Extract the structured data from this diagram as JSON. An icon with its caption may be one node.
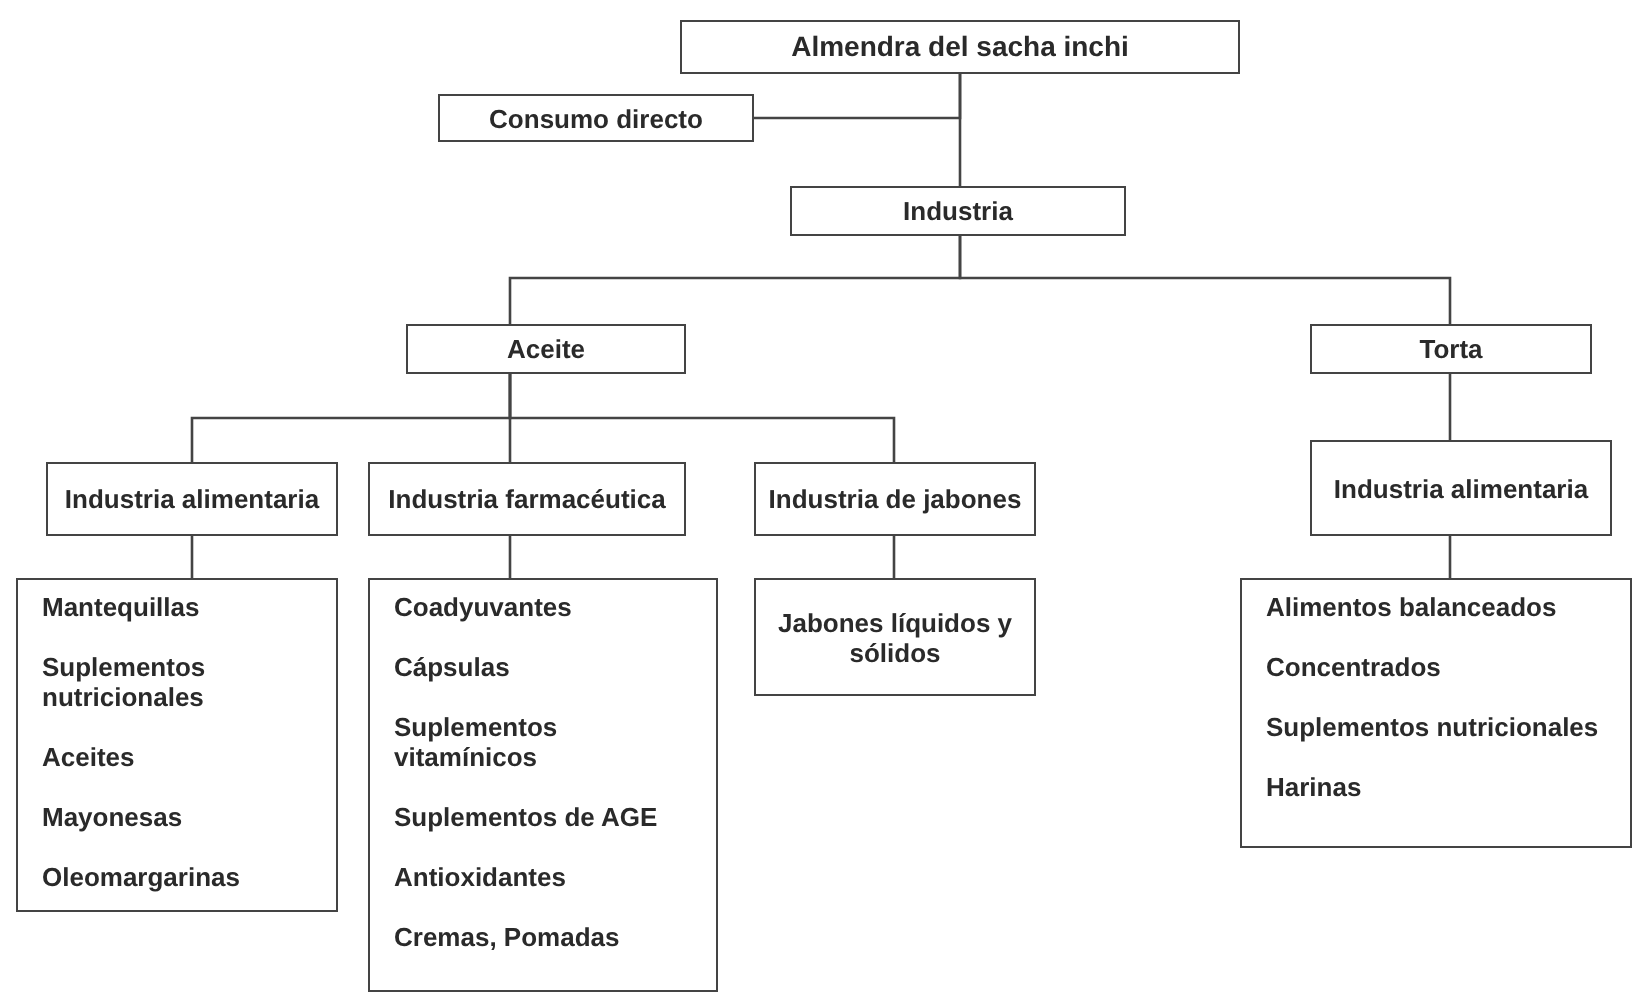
{
  "diagram": {
    "nodes": [
      {
        "text": [
          "Almendra del sacha inchi"
        ]
      },
      {
        "text": [
          "Consumo directo"
        ]
      },
      {
        "text": [
          "Industria"
        ]
      },
      {
        "text": [
          "Aceite"
        ]
      },
      {
        "text": [
          "Torta"
        ]
      },
      {
        "text": [
          "Industria alimentaria"
        ]
      },
      {
        "text": [
          "Industria farmacéutica"
        ]
      },
      {
        "text": [
          "Industria de jabones"
        ]
      },
      {
        "text": [
          "Industria alimentaria"
        ]
      },
      {
        "text": [
          "Mantequillas",
          "Suplementos nutricionales",
          "Aceites",
          "Mayonesas",
          "Oleomargarinas"
        ]
      },
      {
        "text": [
          "Coadyuvantes",
          "Cápsulas",
          "Suplementos vitamínicos",
          "Suplementos de AGE",
          "Antioxidantes",
          "Cremas, Pomadas"
        ]
      },
      {
        "text": [
          "Jabones líquidos y sólidos"
        ]
      },
      {
        "text": [
          "Alimentos balanceados",
          "Concentrados",
          "Suplementos nutricionales",
          "Harinas"
        ]
      }
    ],
    "edges": [
      {
        "from": 0,
        "to": 1,
        "arrow": "none"
      },
      {
        "from": 0,
        "to": 2,
        "arrow": "none"
      },
      {
        "from": 2,
        "to": 3,
        "arrow": "none"
      },
      {
        "from": 2,
        "to": 4,
        "arrow": "none"
      },
      {
        "from": 3,
        "to": 5,
        "arrow": "none"
      },
      {
        "from": 3,
        "to": 6,
        "arrow": "none"
      },
      {
        "from": 3,
        "to": 7,
        "arrow": "none"
      },
      {
        "from": 4,
        "to": 8,
        "arrow": "none"
      },
      {
        "from": 5,
        "to": 9,
        "arrow": "none"
      },
      {
        "from": 6,
        "to": 10,
        "arrow": "none"
      },
      {
        "from": 7,
        "to": 11,
        "arrow": "none"
      },
      {
        "from": 8,
        "to": 12,
        "arrow": "none"
      }
    ]
  }
}
